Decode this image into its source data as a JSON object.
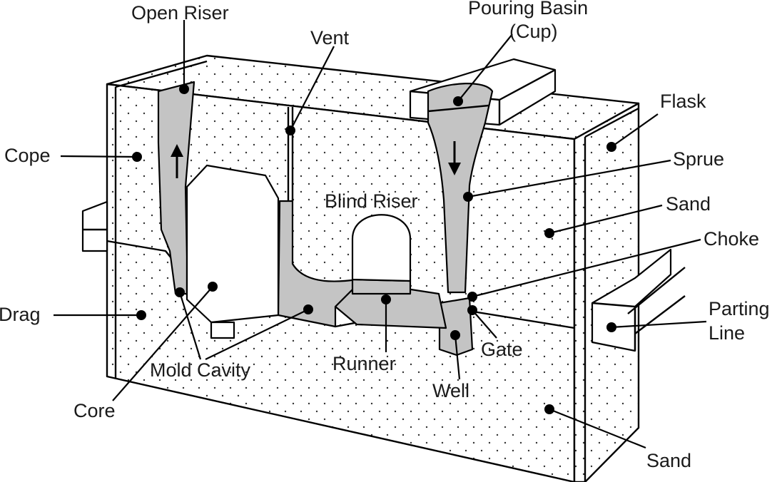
{
  "labels": {
    "open_riser": "Open Riser",
    "vent": "Vent",
    "pouring_basin_line1": "Pouring Basin",
    "pouring_basin_line2": "(Cup)",
    "flask": "Flask",
    "cope": "Cope",
    "sprue": "Sprue",
    "sand_upper": "Sand",
    "blind_riser": "Blind Riser",
    "choke": "Choke",
    "drag": "Drag",
    "parting_line_1": "Parting",
    "parting_line_2": "Line",
    "gate": "Gate",
    "mold_cavity": "Mold Cavity",
    "runner": "Runner",
    "well": "Well",
    "core": "Core",
    "sand_lower": "Sand"
  },
  "colors": {
    "metal_fill": "#c4c4c4",
    "sand_dot": "#333333",
    "line": "#000000"
  }
}
